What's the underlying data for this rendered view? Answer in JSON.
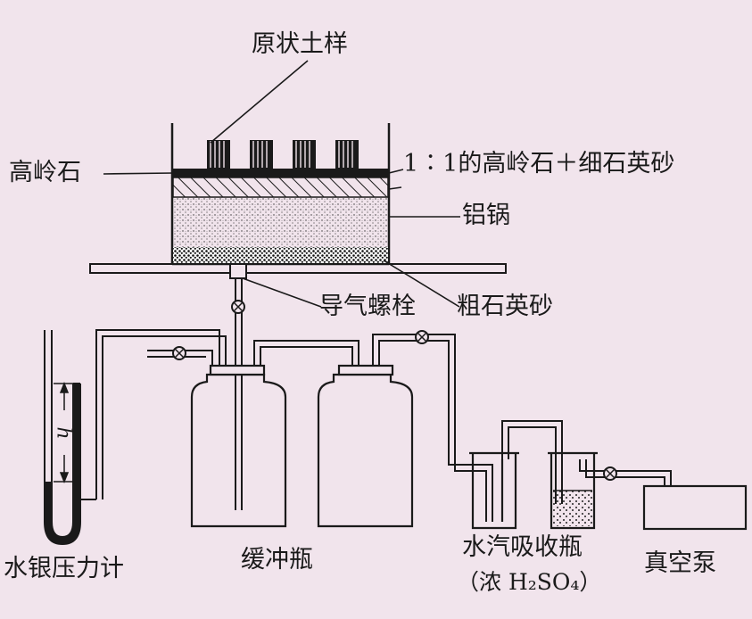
{
  "labels": {
    "soil_sample": "原状土样",
    "kaolinite": "高岭石",
    "mix_layer": "1∶1的高岭石＋细石英砂",
    "aluminum_pot": "铝锅",
    "gas_bolt": "导气螺栓",
    "coarse_sand": "粗石英砂",
    "manometer": "水银压力计",
    "buffer_bottle": "缓冲瓶",
    "vapor_absorber": "水汽吸收瓶",
    "vapor_absorber_note": "（浓 H₂SO₄）",
    "vacuum_pump": "真空泵",
    "height_mark": "h"
  },
  "colors": {
    "background": "#f1e4ec",
    "ink": "#1a1a1a"
  }
}
